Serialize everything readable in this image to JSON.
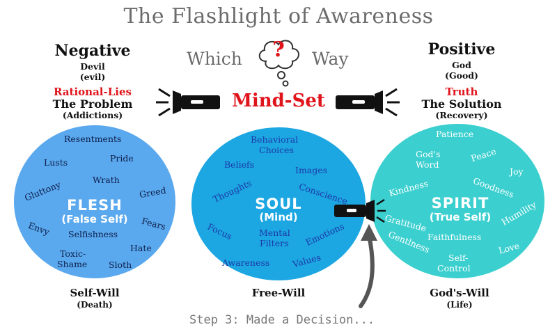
{
  "title": "The Flashlight of Awareness",
  "which": "Which",
  "question": "?",
  "way": "Way",
  "mindset": "Mind-Set",
  "negative": {
    "head": "Negative",
    "sub1": "Devil",
    "sub2": "(evil)",
    "red": "Rational-Lies",
    "problem": "The Problem",
    "paren": "(Addictions)"
  },
  "positive": {
    "head": "Positive",
    "sub1": "God",
    "sub2": "(Good)",
    "red": "Truth",
    "solution": "The Solution",
    "paren": "(Recovery)"
  },
  "flesh": {
    "label": "FLESH",
    "sub": "(False Self)",
    "words": [
      "Resentments",
      "Lusts",
      "Pride",
      "Wrath",
      "Gluttony",
      "Greed",
      "Envy",
      "Selfishness",
      "Fears",
      "Toxic-",
      "Shame",
      "Hate",
      "Sloth"
    ],
    "will": "Self-Will",
    "will_sub": "(Death)"
  },
  "soul": {
    "label": "SOUL",
    "sub": "(Mind)",
    "words": [
      "Behavioral",
      "Choices",
      "Beliefs",
      "Images",
      "Thoughts",
      "Conscience",
      "Focus",
      "Mental",
      "Filters",
      "Emotions",
      "Awareness",
      "Values"
    ],
    "will": "Free-Will",
    "will_sub": ""
  },
  "spirit": {
    "label": "SPIRIT",
    "sub": "(True Self)",
    "words": [
      "Patience",
      "God's",
      "Word",
      "Peace",
      "Joy",
      "Kindness",
      "Goodness",
      "Gratitude",
      "Humility",
      "Gentlness",
      "Faithfulness",
      "Love",
      "Self-",
      "Control"
    ],
    "will": "God's-Will",
    "will_sub": "(Life)"
  },
  "step": "Step 3: Made a Decision...",
  "colors": {
    "flesh": "#5aa8ee",
    "soul": "#1ca6e2",
    "spirit": "#3ccfcf",
    "red": "#e0141b",
    "grey": "#6b6b6b",
    "black": "#111111"
  }
}
